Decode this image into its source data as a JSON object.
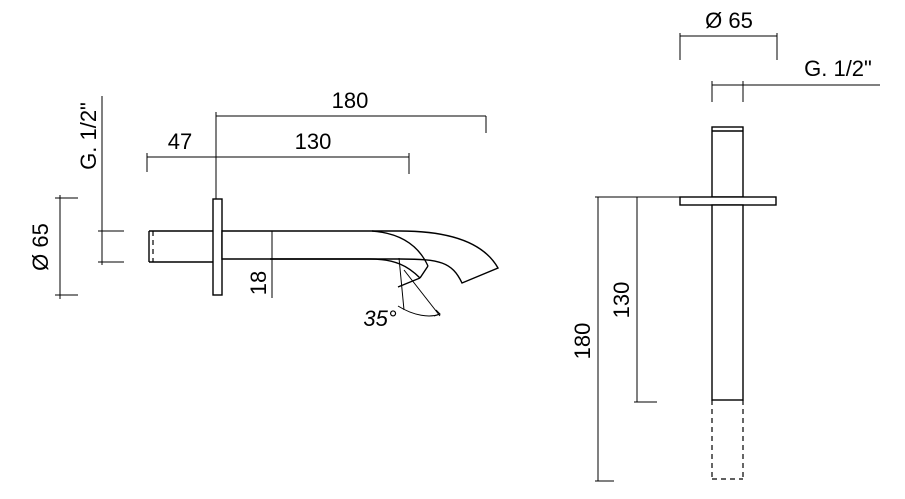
{
  "side_view": {
    "dim_total_length": "180",
    "dim_wall_depth": "47",
    "dim_spout_length": "130",
    "dim_outlet_height": "18",
    "dim_thread": "G. 1/2\"",
    "dim_flange_diameter": "Ø 65",
    "dim_angle": "35°"
  },
  "top_view": {
    "dim_flange_diameter": "Ø 65",
    "dim_thread": "G. 1/2\"",
    "dim_spout_length": "130",
    "dim_total_length": "180"
  }
}
